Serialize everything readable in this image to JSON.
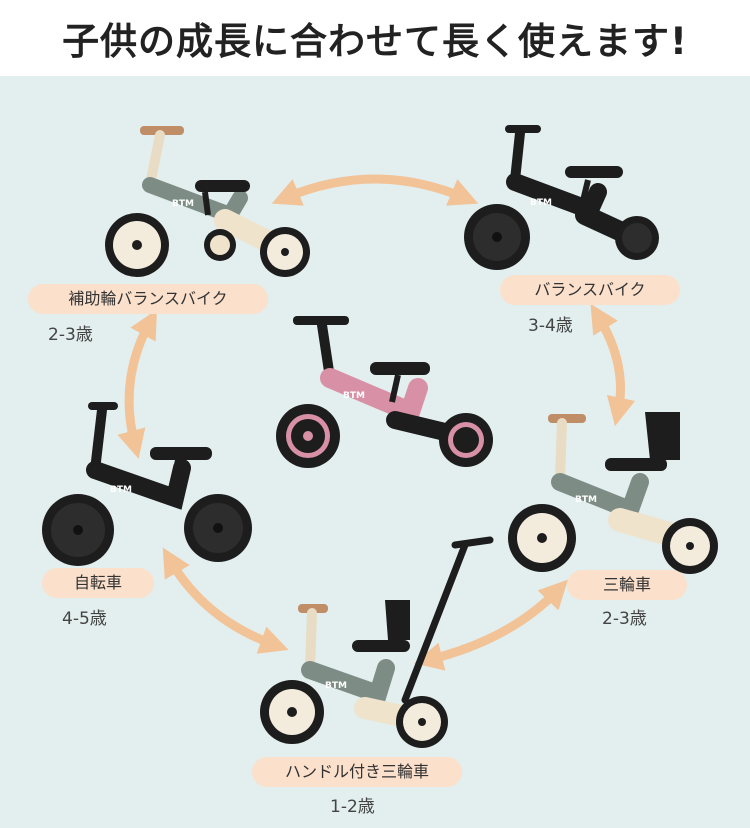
{
  "headline": "子供の成長に合わせて長く使えます!",
  "brand": "BTM",
  "colors": {
    "background": "#e3eeee",
    "arrow": "#f2c397",
    "label_pill": "#fbe0cc",
    "frame_black": "#1d1d1d",
    "frame_sage": "#7d8d86",
    "frame_pink": "#d890a6",
    "frame_cream": "#efe3cc",
    "grip_wood": "#c08e66"
  },
  "modes": [
    {
      "label": "補助輪バランスバイク",
      "age": "2-3歳",
      "icon": "training-wheel-balance-bike-icon"
    },
    {
      "label": "バランスバイク",
      "age": "3-4歳",
      "icon": "balance-bike-icon"
    },
    {
      "label": "三輪車",
      "age": "2-3歳",
      "icon": "tricycle-with-backrest-icon"
    },
    {
      "label": "ハンドル付き三輪車",
      "age": "1-2歳",
      "icon": "push-handle-tricycle-icon"
    },
    {
      "label": "自転車",
      "age": "4-5歳",
      "icon": "bicycle-icon"
    }
  ],
  "center": {
    "icon": "pink-bike-icon"
  }
}
